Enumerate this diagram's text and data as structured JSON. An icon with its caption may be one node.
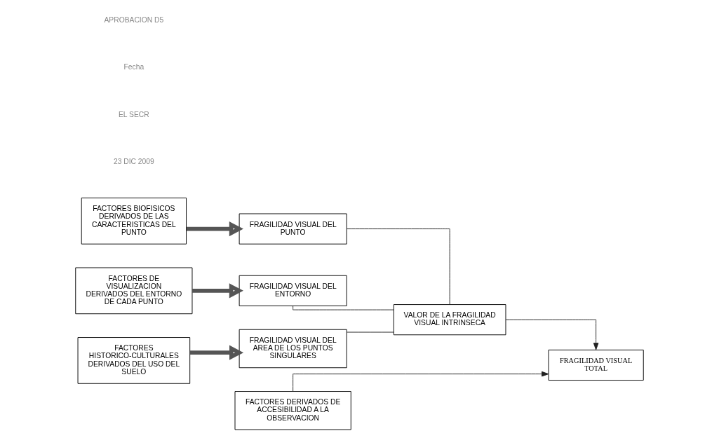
{
  "diagram": {
    "nodes": [
      {
        "text": [
          "FACTORES BIOFISICOS DERIVADOS DE LAS CARACTERISTICAS DEL PUNTO"
        ]
      },
      {
        "text": [
          "FRAGILIDAD VISUAL DEL PUNTO"
        ]
      },
      {
        "text": [
          "FACTORES DE VISUALIZACION DERIVADOS DEL ENTORNO DE CADA PUNTO"
        ]
      },
      {
        "text": [
          "FRAGILIDAD VISUAL DEL ENTORNO"
        ]
      },
      {
        "text": [
          "VALOR DE LA FRAGILIDAD VISUAL INTRINSECA"
        ]
      },
      {
        "text": [
          "FACTORES HISTORICO-CULTURALES DERIVADOS DEL USO DEL SUELO"
        ]
      },
      {
        "text": [
          "FRAGILIDAD VISUAL DEL AREA DE LOS PUNTOS SINGULARES"
        ]
      },
      {
        "text": [
          "FRAGILIDAD VISUAL TOTAL"
        ]
      },
      {
        "text": [
          "FACTORES DERIVADOS DE ACCESIBILIDAD A LA OBSERVACION"
        ]
      }
    ],
    "edges": [
      {
        "from": 0,
        "to": 1,
        "arrow": "to",
        "style": "thick"
      },
      {
        "from": 2,
        "to": 3,
        "arrow": "to",
        "style": "thick"
      },
      {
        "from": 5,
        "to": 6,
        "arrow": "to",
        "style": "thick"
      },
      {
        "from": 1,
        "to": 4,
        "arrow": "none"
      },
      {
        "from": 3,
        "to": 4,
        "arrow": "none"
      },
      {
        "from": 6,
        "to": 4,
        "arrow": "none"
      },
      {
        "from": 4,
        "to": 7,
        "arrow": "to"
      },
      {
        "from": 8,
        "to": 7,
        "arrow": "to"
      }
    ],
    "labels": [
      "APROBACION D5",
      "Fecha",
      "EL SECR",
      "23 DIC 2009"
    ]
  }
}
